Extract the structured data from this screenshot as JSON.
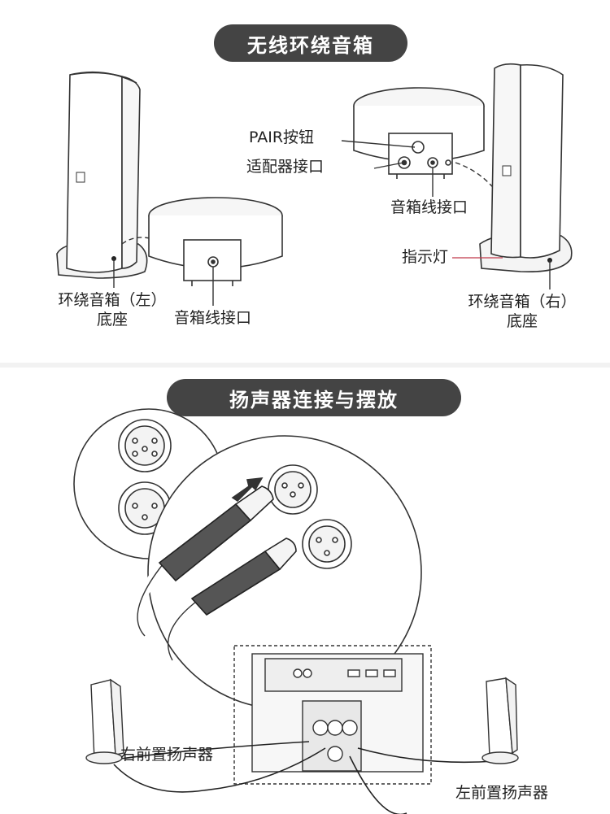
{
  "section1": {
    "title": "无线环绕音箱",
    "labels": {
      "pair_button": "PAIR按钮",
      "adapter_port": "适配器接口",
      "speaker_cable_port_right": "音箱线接口",
      "indicator": "指示灯",
      "left_base_line1": "环绕音箱（左）",
      "left_base_line2": "底座",
      "speaker_cable_port_left": "音箱线接口",
      "right_base_line1": "环绕音箱（右）",
      "right_base_line2": "底座"
    }
  },
  "section2": {
    "title": "扬声器连接与摆放",
    "labels": {
      "right_front": "右前置扬声器",
      "left_front": "左前置扬声器"
    }
  },
  "colors": {
    "pill_bg": "#444444",
    "line": "#222222",
    "divider": "#f2f2f2"
  }
}
